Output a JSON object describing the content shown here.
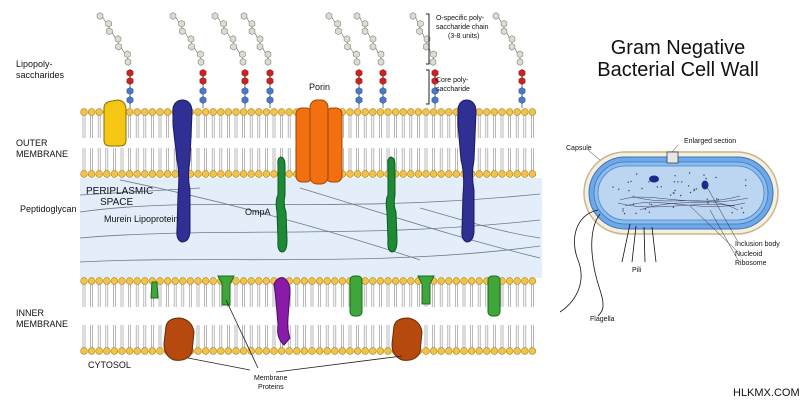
{
  "title": {
    "line1": "Gram Negative",
    "line2": "Bacterial Cell Wall"
  },
  "left_labels": {
    "lipopolysaccharides_1": "Lipopoly-",
    "lipopolysaccharides_2": "saccharides",
    "outer_membrane_1": "OUTER",
    "outer_membrane_2": "MEMBRANE",
    "periplasmic_1": "PERIPLASMIC",
    "periplasmic_2": "SPACE",
    "peptidoglycan": "Peptidoglycan",
    "murein": "Murein Lipoprotein",
    "ompa": "OmpA",
    "porin": "Porin",
    "inner_membrane_1": "INNER",
    "inner_membrane_2": "MEMBRANE",
    "cytosol": "CYTOSOL",
    "membrane_proteins_1": "Membrane",
    "membrane_proteins_2": "Proteins"
  },
  "lps_notes": {
    "o_specific_1": "O-specific poly-",
    "o_specific_2": "saccharide chain",
    "o_specific_3": "(3-8 units)",
    "core_1": "Core poly-",
    "core_2": "saccharide"
  },
  "cell_labels": {
    "capsule": "Capsule",
    "enlarged_section": "Enlarged section",
    "inclusion_body": "Inclusion body",
    "nucleoid": "Nucleoid",
    "ribosome": "Ribosome",
    "pili": "Pili",
    "flagella": "Flagella"
  },
  "watermark": "HLKMX.COM",
  "colors": {
    "lipid_head": "#f2c24a",
    "lipid_head_stroke": "#a8831e",
    "lipid_tail": "#9a9a9a",
    "periplasm": "#e4eefa",
    "peptidoglycan_line": "#6d7a88",
    "lps_hexagon": "#d9dfd0",
    "lps_red": "#cc2222",
    "lps_blue": "#4a78c8",
    "transmembrane_navy": "#2f2f94",
    "lipoprotein_yellow": "#f5c614",
    "porin_orange": "#f2700f",
    "ompa_green": "#1f8a36",
    "inner_green": "#3ea63a",
    "inner_purple": "#8a1aa8",
    "inner_brown": "#b5490e",
    "cell_blue": "#6fa8e8",
    "cell_cytoplasm": "#bcd6f2",
    "capsule_tan": "#e8dcc0"
  }
}
